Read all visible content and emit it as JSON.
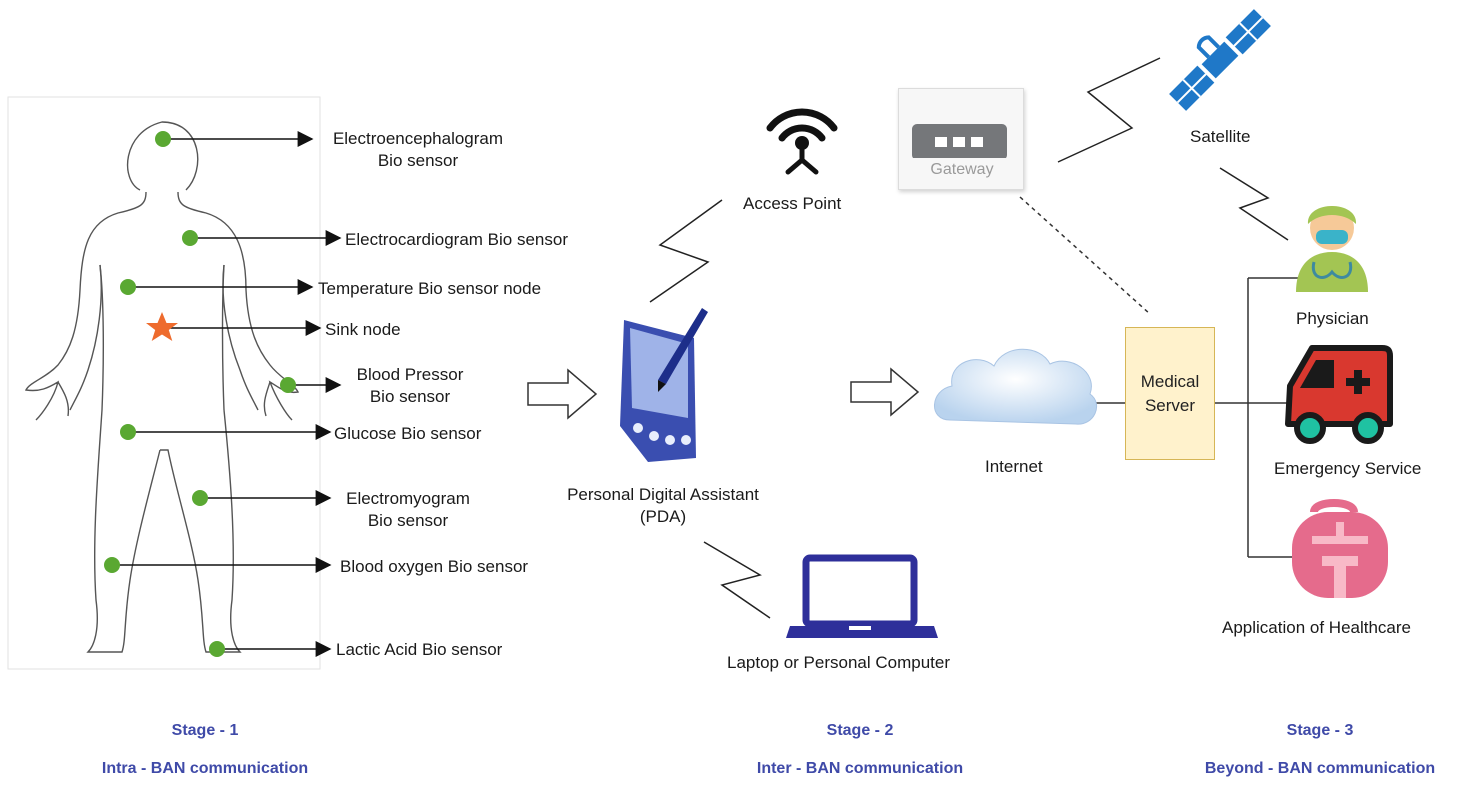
{
  "sensors": [
    {
      "id": "eeg",
      "label_lines": [
        "Electroencephalogram",
        "Bio sensor"
      ]
    },
    {
      "id": "ecg",
      "label_lines": [
        "Electrocardiogram Bio sensor"
      ]
    },
    {
      "id": "temp",
      "label_lines": [
        "Temperature Bio sensor node"
      ]
    },
    {
      "id": "sink",
      "label_lines": [
        "Sink node"
      ]
    },
    {
      "id": "bp",
      "label_lines": [
        "Blood Pressor",
        "Bio sensor"
      ]
    },
    {
      "id": "glucose",
      "label_lines": [
        "Glucose Bio sensor"
      ]
    },
    {
      "id": "emg",
      "label_lines": [
        "Electromyogram",
        "Bio sensor"
      ]
    },
    {
      "id": "oxygen",
      "label_lines": [
        "Blood oxygen Bio sensor"
      ]
    },
    {
      "id": "lactic",
      "label_lines": [
        "Lactic Acid Bio sensor"
      ]
    }
  ],
  "devices": {
    "access_point": "Access Point",
    "gateway": "Gateway",
    "satellite": "Satellite",
    "pda_line1": "Personal Digital Assistant",
    "pda_line2": "(PDA)",
    "laptop": "Laptop or Personal Computer",
    "internet": "Internet",
    "server_line1": "Medical",
    "server_line2": "Server",
    "physician": "Physician",
    "emergency": "Emergency Service",
    "healthcare": "Application of Healthcare"
  },
  "stages": [
    {
      "title": "Stage - 1",
      "subtitle": "Intra - BAN communication"
    },
    {
      "title": "Stage - 2",
      "subtitle": "Inter - BAN communication"
    },
    {
      "title": "Stage - 3",
      "subtitle": "Beyond - BAN communication"
    }
  ],
  "colors": {
    "sensor_dot": "#5aa832",
    "sink_star": "#ee6b2d",
    "stage_text": "#3f4aa8",
    "device_blue": "#3a3ca8",
    "satellite_blue": "#1f78c8",
    "ambulance_red": "#d9382f",
    "healthcare_pink": "#e56b8c"
  }
}
